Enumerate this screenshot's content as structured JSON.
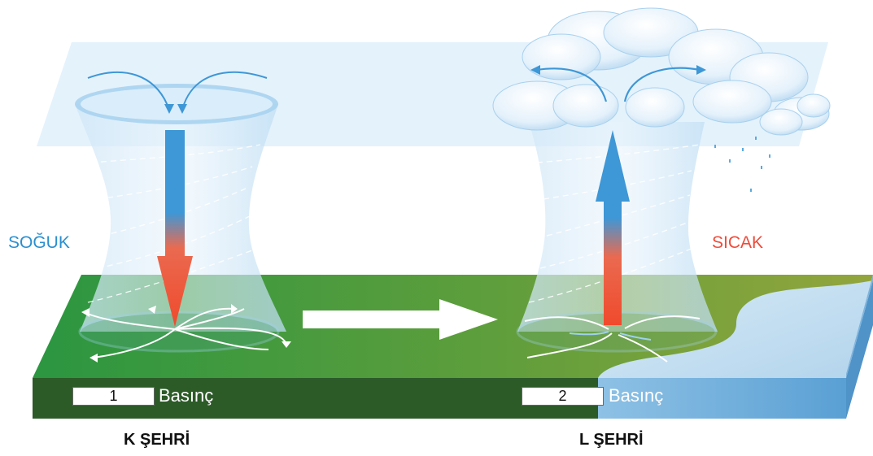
{
  "colors": {
    "cold": "#2a8fd0",
    "warm": "#ef4b3a",
    "ground_left": "#2f9a42",
    "ground_right": "#8ea53c",
    "water": "#bcd9ef",
    "upper_layer": "#dff0fb"
  },
  "labels": {
    "cold": "SOĞUK",
    "warm": "SICAK"
  },
  "cities": {
    "k": "K ŞEHRİ",
    "l": "L ŞEHRİ"
  },
  "pressure": {
    "left_number": "1",
    "right_number": "2",
    "label": "Basınç"
  }
}
